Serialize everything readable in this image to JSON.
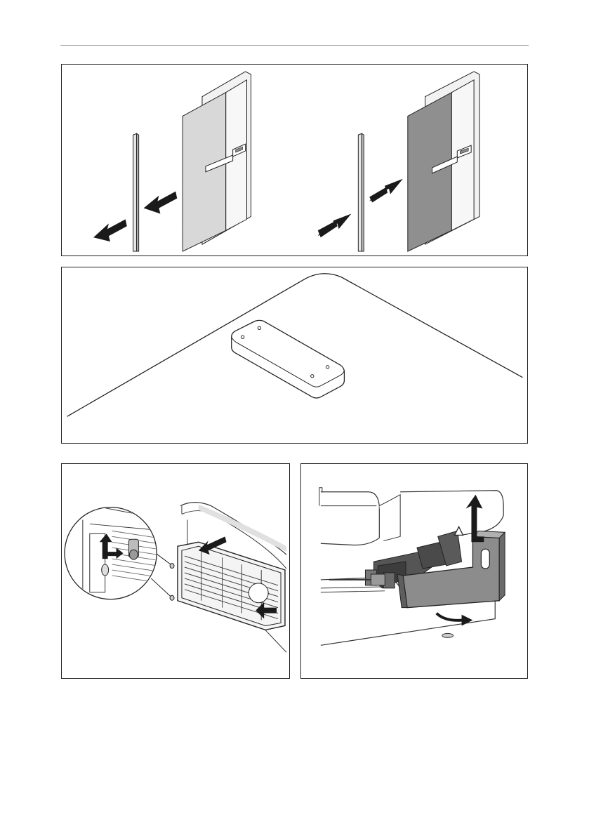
{
  "page": {
    "figures": [
      {
        "id": "fig-doors",
        "label": ""
      },
      {
        "id": "fig-base",
        "label": ""
      },
      {
        "id": "fig-grille",
        "label": ""
      },
      {
        "id": "fig-hinge",
        "label": ""
      }
    ],
    "colors": {
      "frame": "#222222",
      "door_light": "#d8d8d8",
      "door_dark": "#8f8f8f",
      "arrow": "#1a1a1a",
      "hinge_metal": "#8c8c8c"
    },
    "icons": [
      "arrow-icon",
      "warning-triangle-icon"
    ]
  }
}
